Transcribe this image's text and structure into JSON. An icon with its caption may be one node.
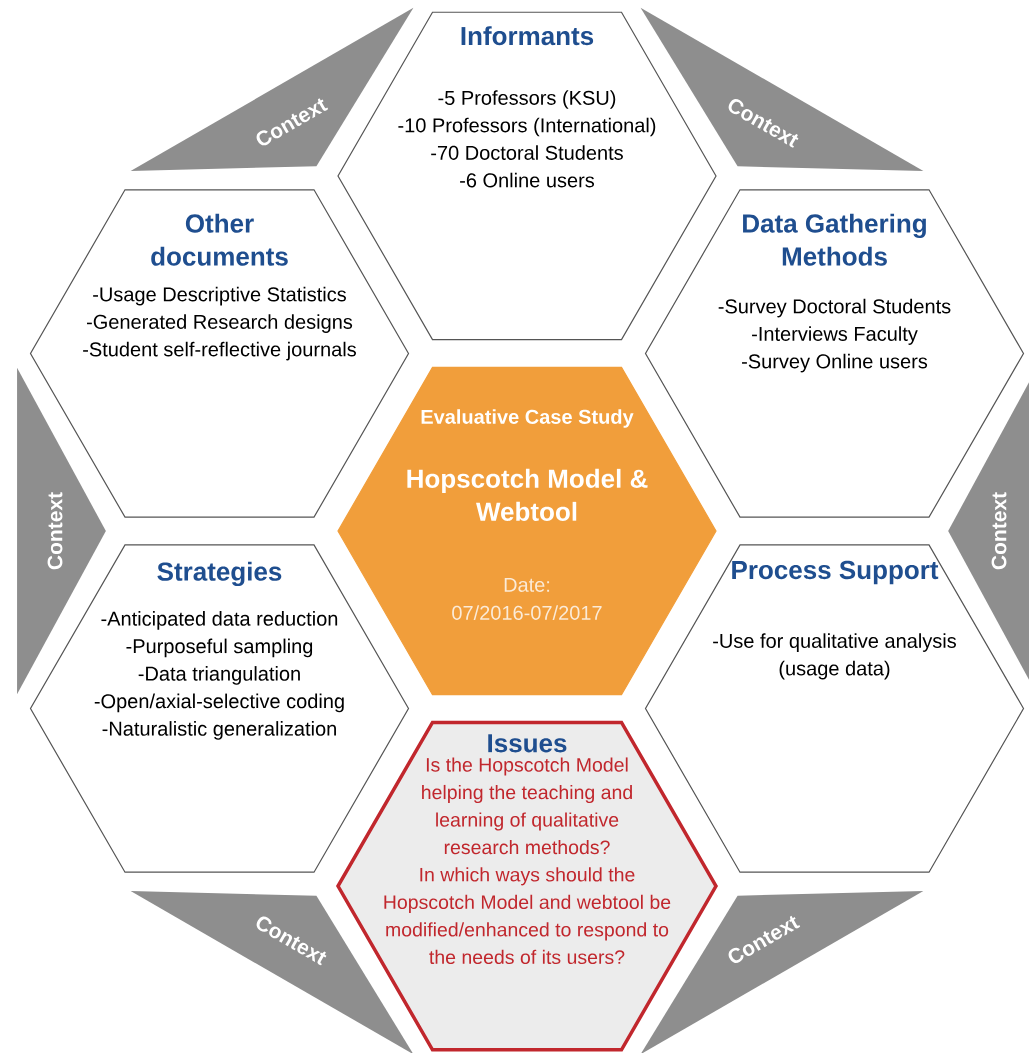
{
  "diagram": {
    "nodes": [
      {
        "text": [
          "Informants",
          "-5 Professors (KSU)",
          "-10 Professors (International)",
          "-70 Doctoral Students",
          "-6 Online users"
        ]
      },
      {
        "text": [
          "Other documents",
          "-Usage Descriptive Statistics",
          "-Generated Research designs",
          "-Student self-reflective journals"
        ]
      },
      {
        "text": [
          "Data Gathering Methods",
          "-Survey Doctoral Students",
          "-Interviews Faculty",
          "-Survey Online users"
        ]
      },
      {
        "text": [
          "Evaluative Case Study",
          "Hopscotch Model & Webtool",
          "Date: 07/2016-07/2017"
        ]
      },
      {
        "text": [
          "Strategies",
          "-Anticipated data reduction",
          "-Purposeful sampling",
          "-Data triangulation",
          "-Open/axial-selective coding",
          "-Naturalistic generalization"
        ]
      },
      {
        "text": [
          "Process Support",
          "-Use for qualitative analysis",
          "(usage data)"
        ]
      },
      {
        "text": [
          "Issues",
          "Is the Hopscotch Model helping the teaching and learning of qualitative research methods?",
          "In which ways should the Hopscotch Model and webtool be modified/enhanced to respond to the needs of its users?"
        ]
      },
      {
        "text": [
          "Context"
        ]
      },
      {
        "text": [
          "Context"
        ]
      },
      {
        "text": [
          "Context"
        ]
      },
      {
        "text": [
          "Context"
        ]
      },
      {
        "text": [
          "Context"
        ]
      },
      {
        "text": [
          "Context"
        ]
      }
    ]
  }
}
